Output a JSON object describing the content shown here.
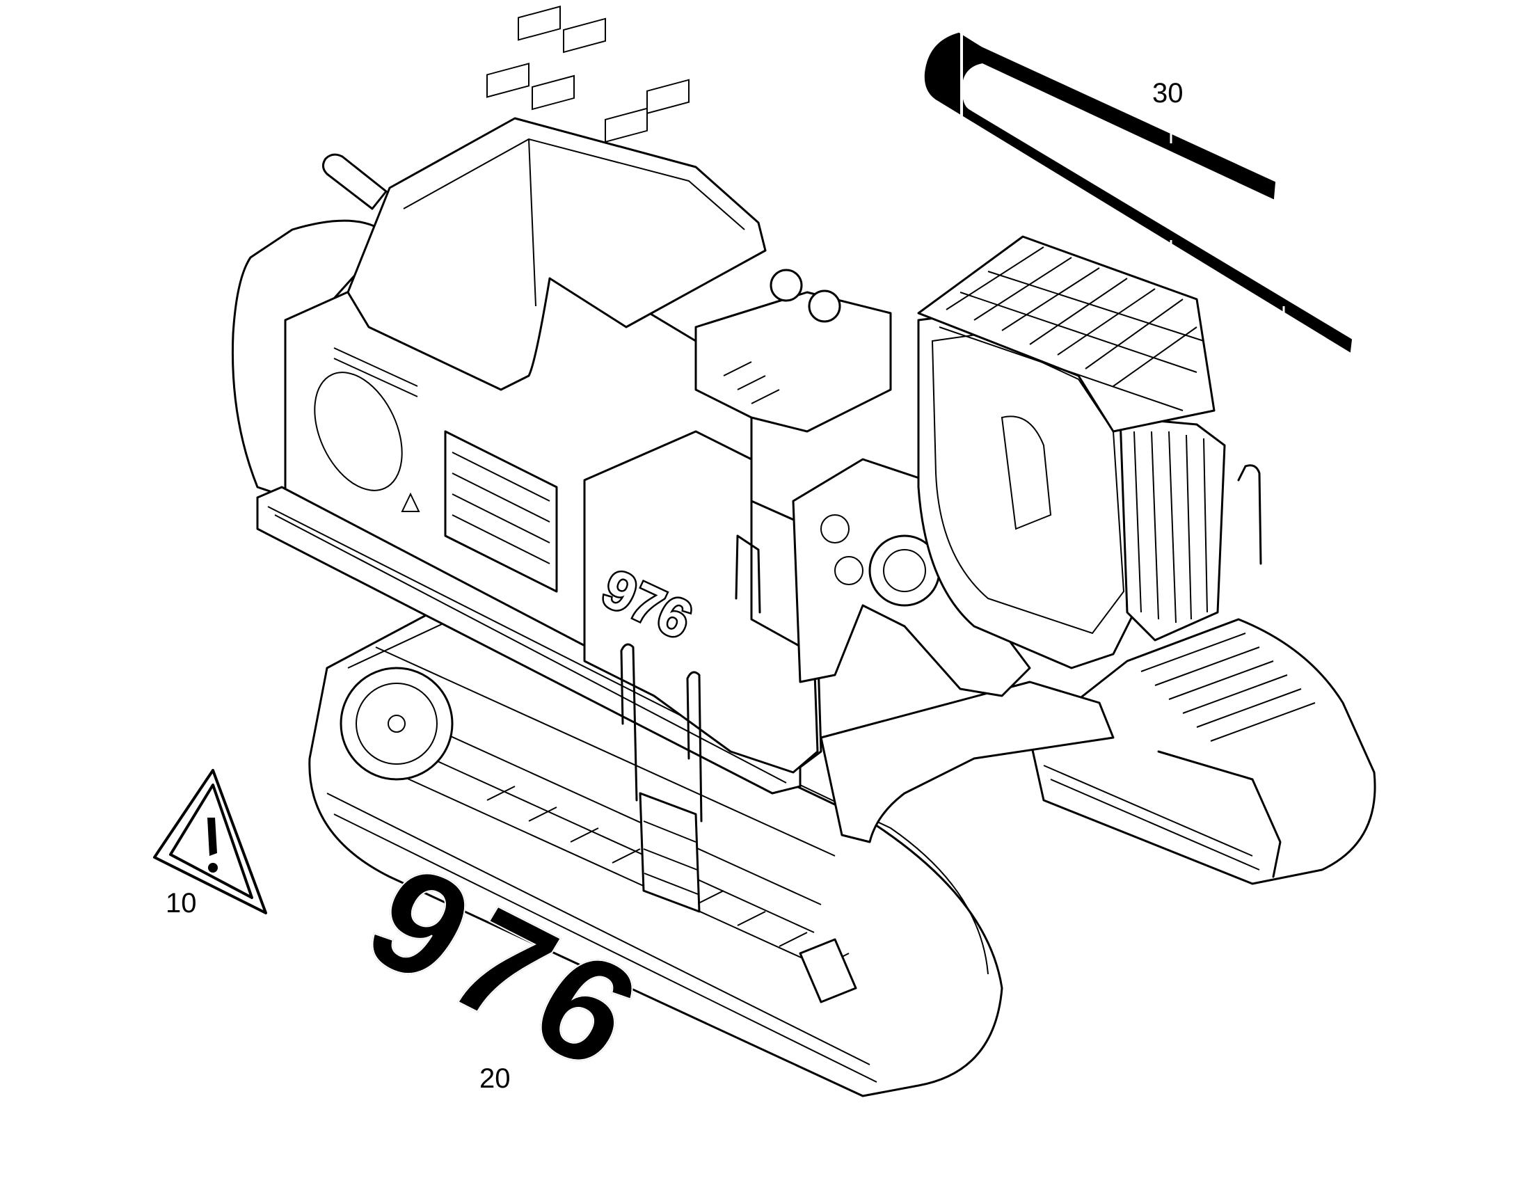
{
  "callouts": {
    "warning_label": "10",
    "model_number_decal": "20",
    "stripe_decal": "30"
  },
  "machine": {
    "model_number": "976"
  },
  "colors": {
    "line": "#000000",
    "background": "#ffffff"
  },
  "icons": {
    "warning": "warning-triangle-icon"
  }
}
